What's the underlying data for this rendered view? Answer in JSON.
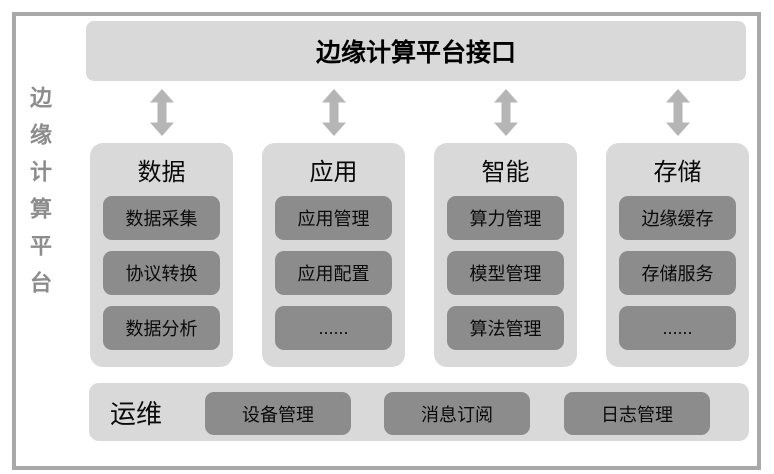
{
  "side_label": "边缘计算平台",
  "header": {
    "title": "边缘计算平台接口"
  },
  "columns": [
    {
      "label": "数据",
      "items": [
        "数据采集",
        "协议转换",
        "数据分析"
      ]
    },
    {
      "label": "应用",
      "items": [
        "应用管理",
        "应用配置",
        "......"
      ]
    },
    {
      "label": "智能",
      "items": [
        "算力管理",
        "模型管理",
        "算法管理"
      ]
    },
    {
      "label": "存储",
      "items": [
        "边缘缓存",
        "存储服务",
        "......"
      ]
    }
  ],
  "bottom": {
    "label": "运维",
    "items": [
      "设备管理",
      "消息订阅",
      "日志管理"
    ]
  },
  "icons": {
    "arrow": "bidirectional-vertical-arrow"
  },
  "colors": {
    "panel_light": "#d9d9d9",
    "box_dark": "#8c8c8c",
    "frame_border": "#a9a9a9",
    "arrow_gray": "#b5b5b5",
    "side_text": "#8c8c8c",
    "text": "#0a0a0a"
  }
}
